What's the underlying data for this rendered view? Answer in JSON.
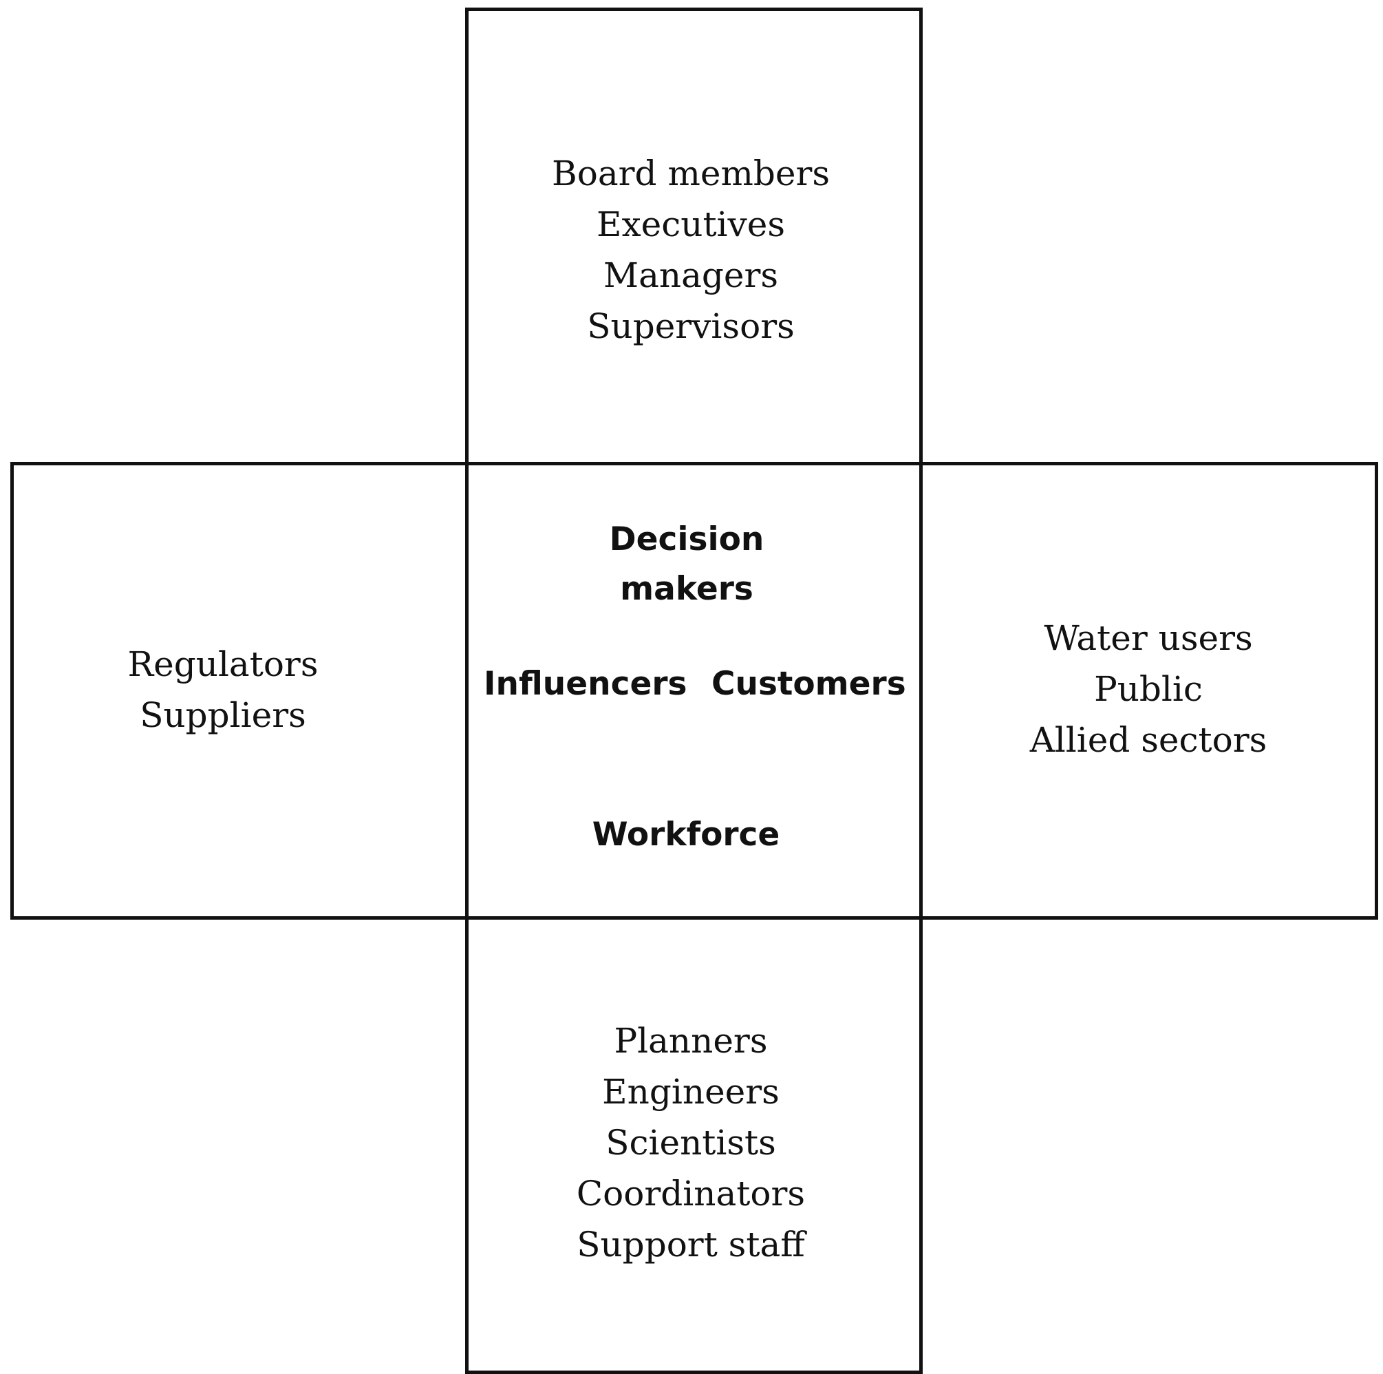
{
  "top": {
    "items": [
      "Board members",
      "Executives",
      "Managers",
      "Supervisors"
    ]
  },
  "left": {
    "items": [
      "Regulators",
      "Suppliers"
    ]
  },
  "right": {
    "items": [
      "Water users",
      "Public",
      "Allied sectors"
    ]
  },
  "bottom": {
    "items": [
      "Planners",
      "Engineers",
      "Scientists",
      "Coordinators",
      "Support staff"
    ]
  },
  "center": {
    "decision_makers_line1": "Decision",
    "decision_makers_line2": "makers",
    "influencers": "Influencers",
    "customers": "Customers",
    "workforce": "Workforce"
  }
}
